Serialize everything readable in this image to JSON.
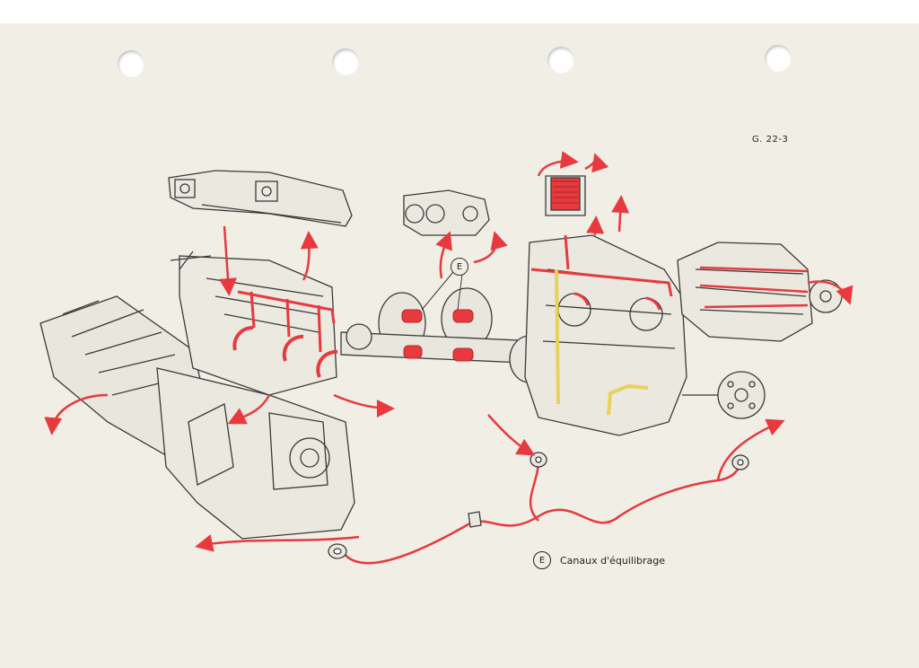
{
  "document": {
    "reference": "G. 22-3",
    "callout_label": "E",
    "legend": {
      "mark": "E",
      "text": "Canaux d'équilibrage"
    }
  },
  "colors": {
    "paper": "#f1eee6",
    "ink": "#3a3a3a",
    "flow_red": "#e8393f",
    "oil_yellow": "#e7d25a"
  }
}
